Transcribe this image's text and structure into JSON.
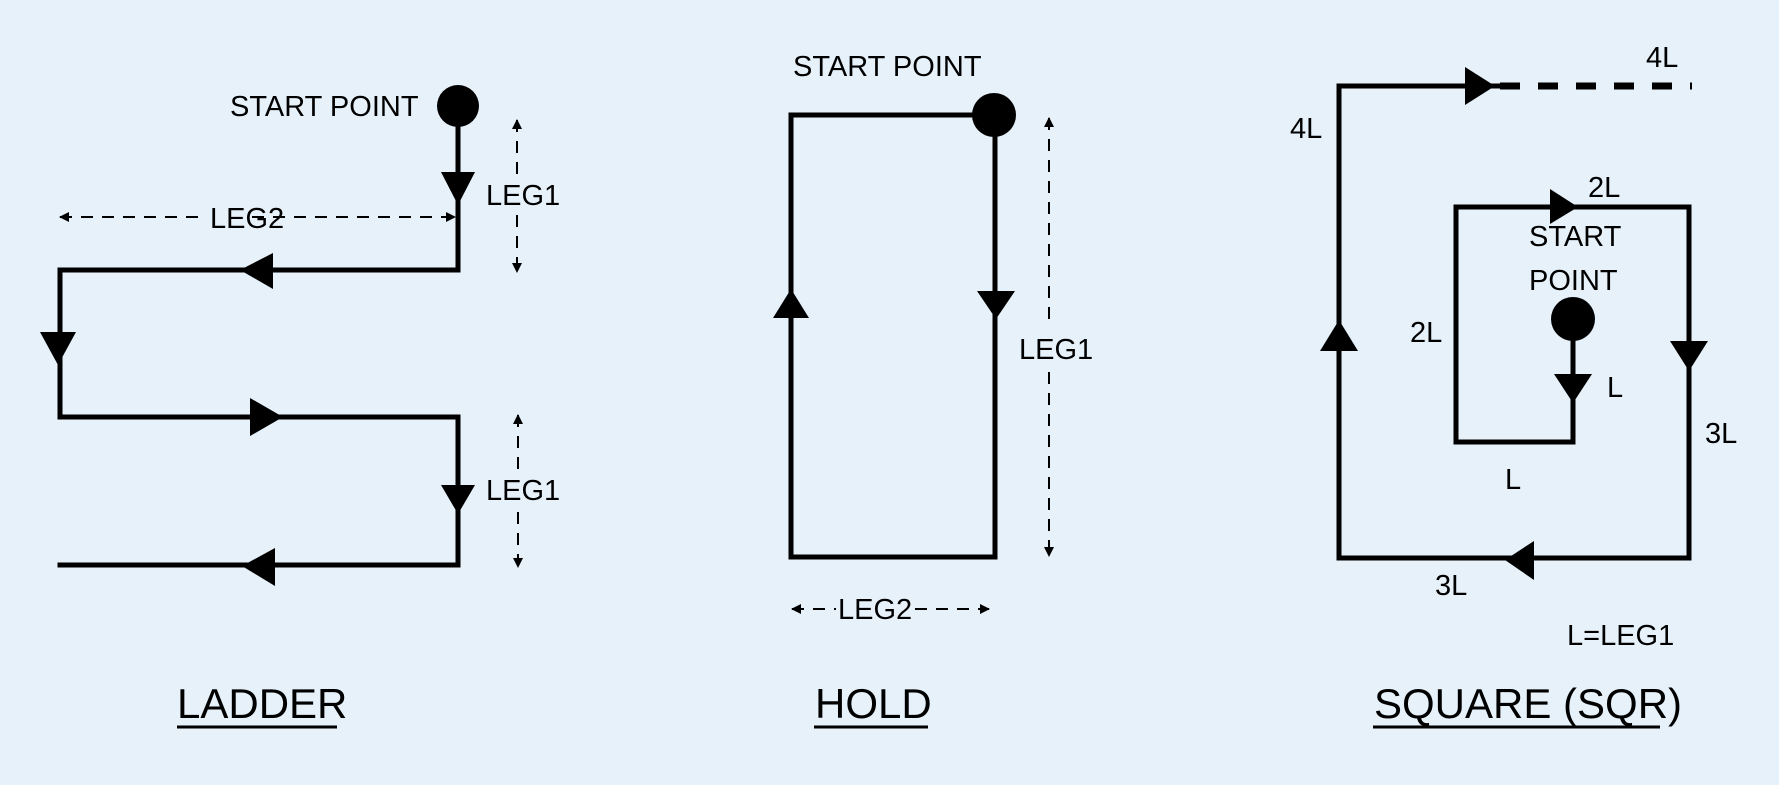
{
  "background": "#e6f1fa",
  "ladder": {
    "title": "LADDER",
    "start_label": "START POINT",
    "leg1_label_top": "LEG1",
    "leg1_label_bottom": "LEG1",
    "leg2_label": "LEG2"
  },
  "hold": {
    "title": "HOLD",
    "start_label": "START POINT",
    "leg1_label": "LEG1",
    "leg2_label": "LEG2"
  },
  "square": {
    "title": "SQUARE (SQR)",
    "start_label_line1": "START",
    "start_label_line2": "POINT",
    "seg_labels": {
      "first_down": "L",
      "first_left": "L",
      "second_up": "2L",
      "second_right": "2L",
      "third_down": "3L",
      "third_left": "3L",
      "fourth_up": "4L",
      "fourth_right": "4L"
    },
    "note": "L=LEG1"
  }
}
